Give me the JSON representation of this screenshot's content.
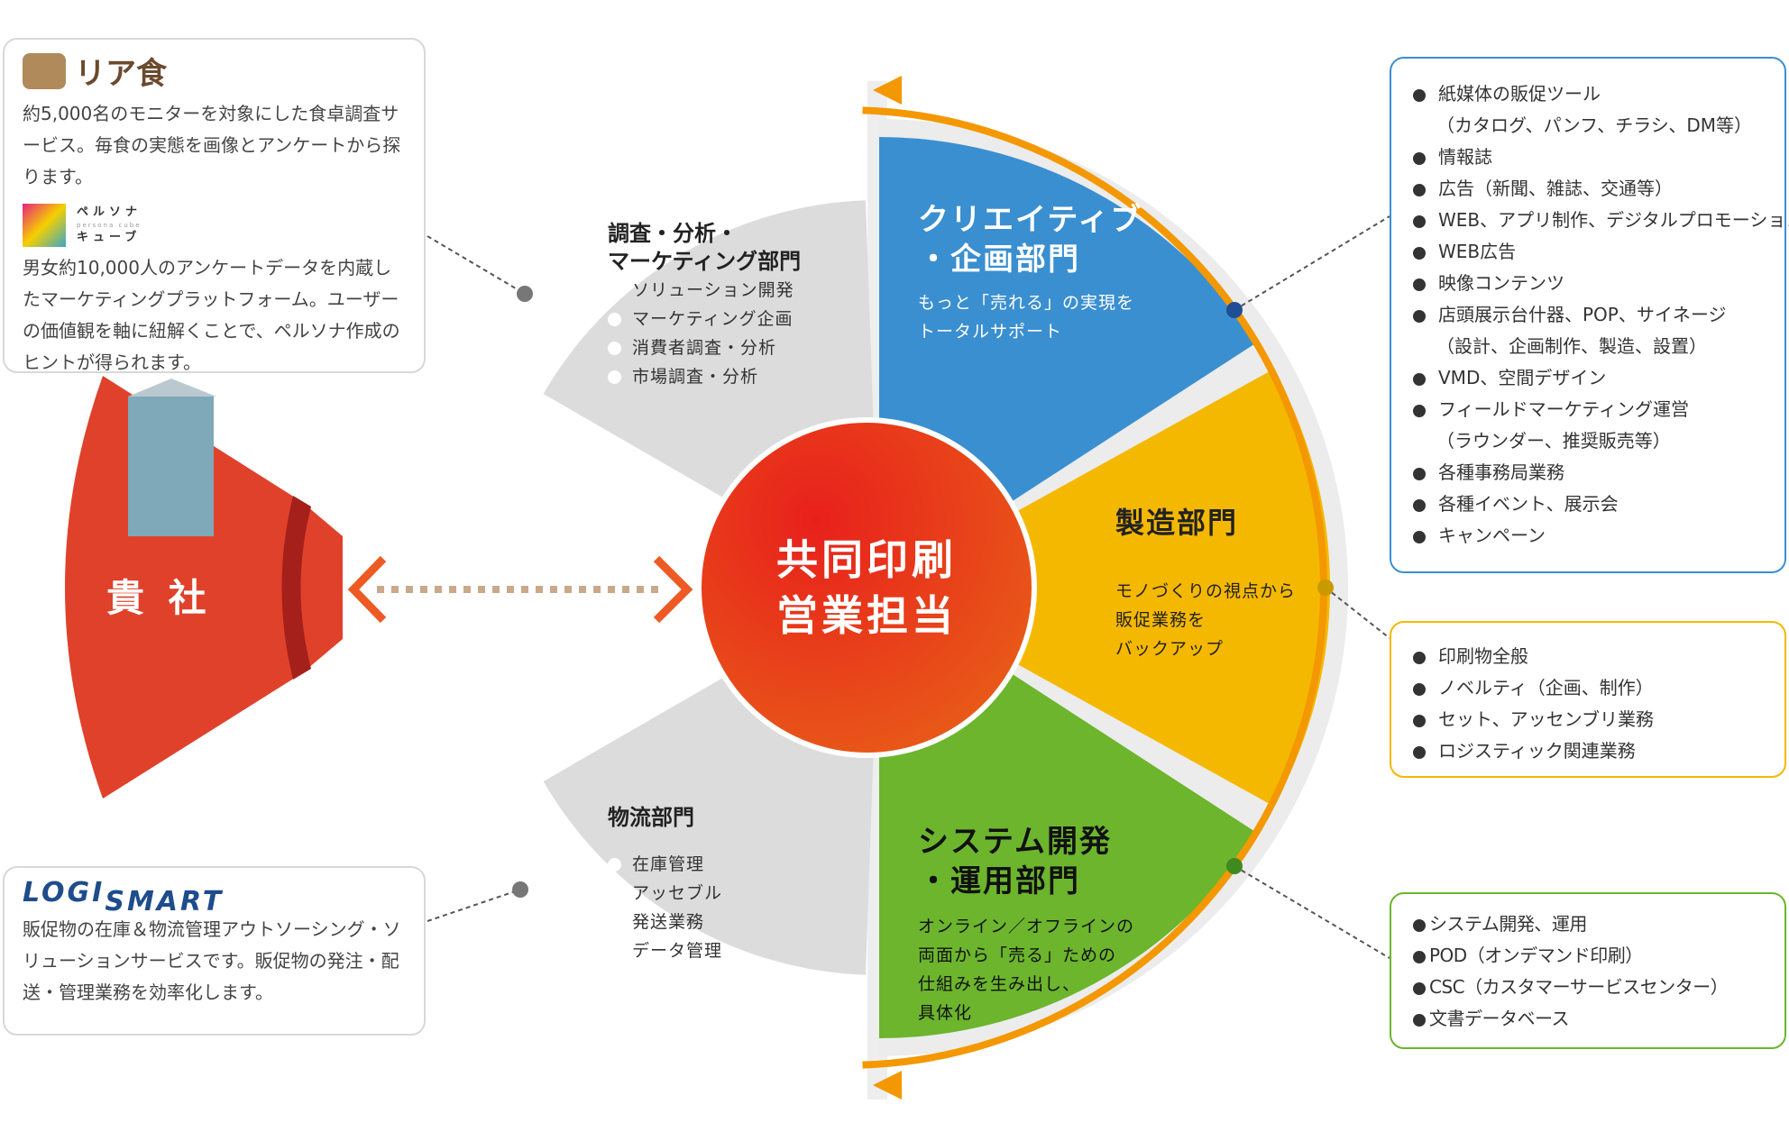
{
  "colors": {
    "red": "#e0412b",
    "blue": "#3a8fd0",
    "yellow": "#f5b800",
    "green": "#6cb52d",
    "gray": "#dcdcdc",
    "orange": "#f39800"
  },
  "client": {
    "label": "貴 社"
  },
  "center": {
    "line1": "共同印刷",
    "line2": "営業担当"
  },
  "services": {
    "riashoku": {
      "logo": "リア食",
      "description": "約5,000名のモニターを対象にした食卓調査サービス。毎食の実態を画像とアンケートから探ります。"
    },
    "persona_cube": {
      "logo_ja_top": "ペルソナ",
      "logo_en": "persona cube",
      "logo_ja_bottom": "キューブ",
      "description": "男女約10,000人のアンケートデータを内蔵したマーケティングプラットフォーム。ユーザーの価値観を軸に紐解くことで、ペルソナ作成のヒントが得られます。"
    },
    "logismart": {
      "logo_a": "LOGI",
      "logo_b": "SMART",
      "description": "販促物の在庫＆物流管理アウトソーシング・ソリューションサービスです。販促物の発注・配送・管理業務を効率化します。"
    }
  },
  "departments": {
    "research": {
      "title1": "調査・分析・",
      "title2": "マーケティング部門",
      "items": [
        "ソリューション開発",
        "マーケティング企画",
        "消費者調査・分析",
        "市場調査・分析"
      ]
    },
    "logistics": {
      "title": "物流部門",
      "items": [
        "在庫管理",
        "アッセブル",
        "発送業務",
        "データ管理"
      ]
    },
    "creative": {
      "title1": "クリエイティブ",
      "title2": "・企画部門",
      "sub1": "もっと「売れる」の実現を",
      "sub2": "トータルサポート"
    },
    "manufacturing": {
      "title": "製造部門",
      "sub1": "モノづくりの視点から",
      "sub2": "販促業務を",
      "sub3": "バックアップ"
    },
    "system": {
      "title1": "システム開発",
      "title2": "・運用部門",
      "sub1": "オンライン／オフラインの",
      "sub2": "両面から「売る」ための",
      "sub3": "仕組みを生み出し、",
      "sub4": "具体化"
    }
  },
  "lists": {
    "creative": [
      "紙媒体の販促ツール",
      "（カタログ、パンフ、チラシ、DM等）",
      "情報誌",
      "広告（新聞、雑誌、交通等）",
      "WEB、アプリ制作、デジタルプロモーション",
      "WEB広告",
      "映像コンテンツ",
      "店頭展示台什器、POP、サイネージ",
      "（設計、企画制作、製造、設置）",
      "VMD、空間デザイン",
      "フィールドマーケティング運営",
      "（ラウンダー、推奨販売等）",
      "各種事務局業務",
      "各種イベント、展示会",
      "キャンペーン"
    ],
    "manufacturing": [
      "印刷物全般",
      "ノベルティ（企画、制作）",
      "セット、アッセンブリ業務",
      "ロジスティック関連業務"
    ],
    "system": [
      "システム開発、運用",
      "POD（オンデマンド印刷）",
      "CSC（カスタマーサービスセンター）",
      "文書データベース"
    ]
  }
}
